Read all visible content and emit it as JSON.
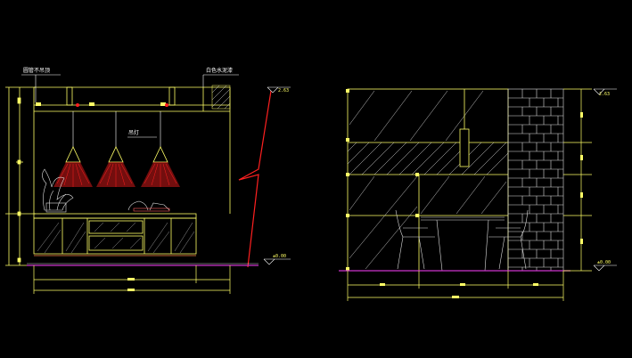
{
  "left_elevation": {
    "labels": {
      "pendant_note": "圆管不吊顶",
      "wall_note": "白色水泥漆",
      "lamp_note": "吊灯"
    },
    "levels": {
      "ceiling": "2.63",
      "floor": "±0.00"
    }
  },
  "right_elevation": {
    "levels": {
      "ceiling": "2.63",
      "floor": "±0.00"
    }
  },
  "colors": {
    "background": "#000000",
    "outline": "#ffff66",
    "white_line": "#ffffff",
    "lamp_glow": "#ff2020",
    "break_line": "#ff2020",
    "floor_line": "#cc33cc",
    "hatch": "#cfcfcf",
    "brick": "#e0e0e0"
  }
}
